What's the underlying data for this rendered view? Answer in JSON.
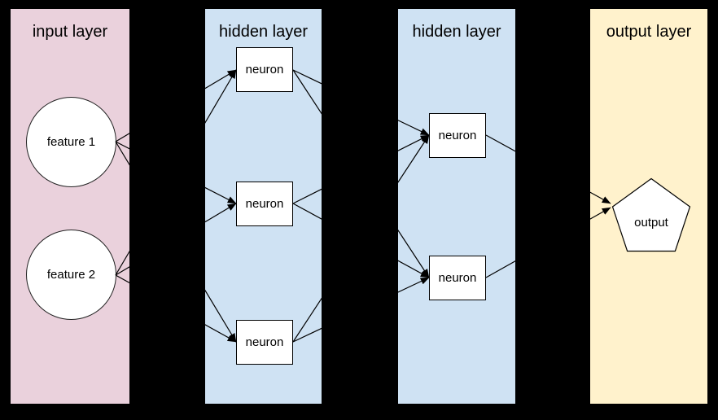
{
  "app": {
    "type": "neural-network-diagram",
    "background_color": "#000000"
  },
  "layers": [
    {
      "id": "input-layer",
      "title": "input layer",
      "color": "#EAD1DC",
      "nodes": [
        "feature1",
        "feature2"
      ]
    },
    {
      "id": "hidden-layer-1",
      "title": "hidden layer",
      "color": "#CFE2F3",
      "nodes": [
        "h1n1",
        "h1n2",
        "h1n3"
      ]
    },
    {
      "id": "hidden-layer-2",
      "title": "hidden layer",
      "color": "#CFE2F3",
      "nodes": [
        "h2n1",
        "h2n2"
      ]
    },
    {
      "id": "output-layer",
      "title": "output layer",
      "color": "#FFF2CC",
      "nodes": [
        "output"
      ]
    }
  ],
  "nodes": {
    "feature1": {
      "label": "feature 1",
      "shape": "circle"
    },
    "feature2": {
      "label": "feature 2",
      "shape": "circle"
    },
    "h1n1": {
      "label": "neuron",
      "shape": "rectangle"
    },
    "h1n2": {
      "label": "neuron",
      "shape": "rectangle"
    },
    "h1n3": {
      "label": "neuron",
      "shape": "rectangle"
    },
    "h2n1": {
      "label": "neuron",
      "shape": "rectangle"
    },
    "h2n2": {
      "label": "neuron",
      "shape": "rectangle"
    },
    "output": {
      "label": "output",
      "shape": "pentagon"
    }
  },
  "connections": [
    {
      "from": "feature1",
      "to": "h1n1"
    },
    {
      "from": "feature1",
      "to": "h1n2"
    },
    {
      "from": "feature1",
      "to": "h1n3"
    },
    {
      "from": "feature2",
      "to": "h1n1"
    },
    {
      "from": "feature2",
      "to": "h1n2"
    },
    {
      "from": "feature2",
      "to": "h1n3"
    },
    {
      "from": "h1n1",
      "to": "h2n1"
    },
    {
      "from": "h1n1",
      "to": "h2n2"
    },
    {
      "from": "h1n2",
      "to": "h2n1"
    },
    {
      "from": "h1n2",
      "to": "h2n2"
    },
    {
      "from": "h1n3",
      "to": "h2n1"
    },
    {
      "from": "h1n3",
      "to": "h2n2"
    },
    {
      "from": "h2n1",
      "to": "output"
    },
    {
      "from": "h2n2",
      "to": "output"
    }
  ],
  "edge_style": {
    "color": "#000000",
    "arrowhead": "filled-triangle"
  },
  "shape_style": {
    "fill": "#FFFFFF",
    "stroke": "#000000"
  }
}
